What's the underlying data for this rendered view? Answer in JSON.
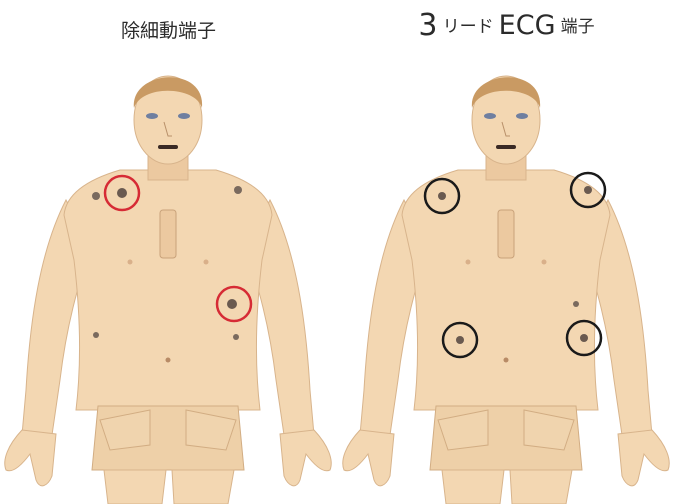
{
  "panels": [
    {
      "id": "defib",
      "title": "除細動端子",
      "marker_color": "#d62b35",
      "markers": [
        "right-upper-chest",
        "left-lower-chest"
      ]
    },
    {
      "id": "ecg3",
      "title_parts": {
        "number": "3",
        "lead": "リード",
        "ecg": "ECG",
        "terminal": "端子"
      },
      "marker_color": "#1a1a1a",
      "markers": [
        "right-shoulder",
        "left-shoulder",
        "right-lower-chest",
        "left-lower-chest"
      ]
    }
  ],
  "colors": {
    "skin": "#f3d7b2",
    "skin_shadow": "#e3bd92",
    "hair": "#c99a63",
    "outline": "#c9a27a"
  }
}
